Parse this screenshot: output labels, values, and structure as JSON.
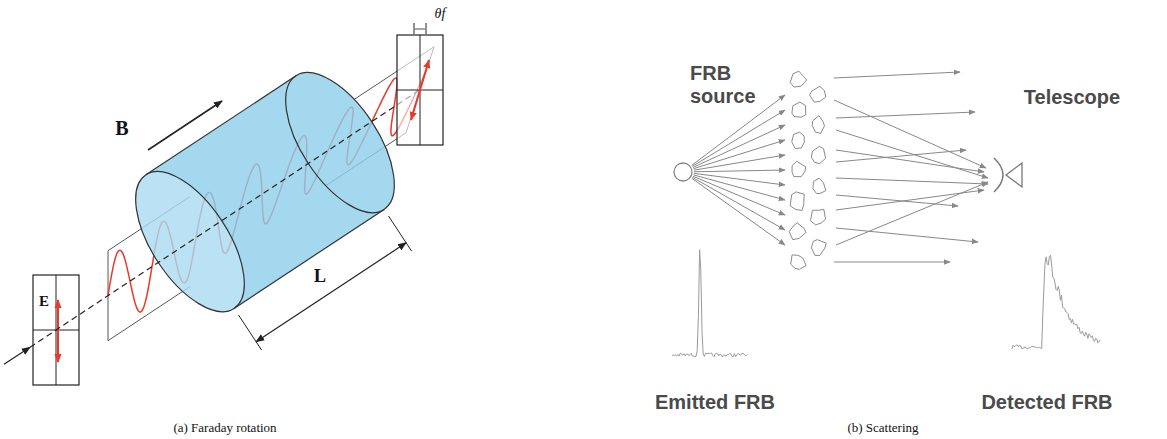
{
  "diagram": {
    "labels": [
      "B",
      "L",
      "E",
      "θf",
      "(a) Faraday rotation",
      "FRB source",
      "Telescope",
      "Emitted FRB",
      "Detected FRB",
      "(b) Scattering"
    ]
  }
}
